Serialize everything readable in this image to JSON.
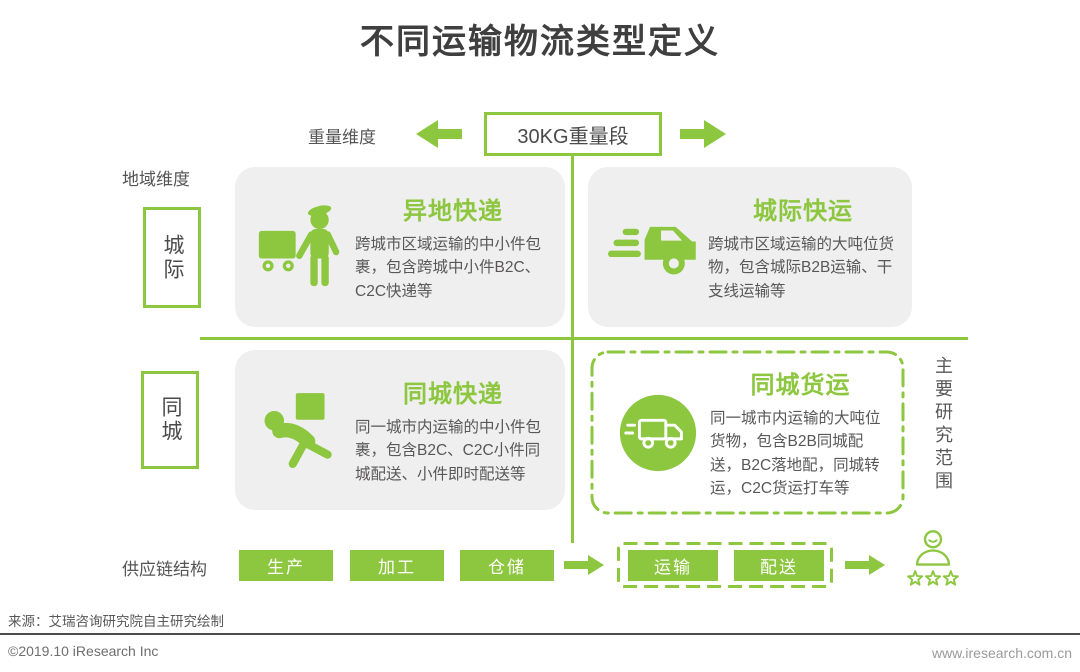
{
  "title": "不同运输物流类型定义",
  "colors": {
    "green": "#8dc63f",
    "title_text": "#3f3f3f",
    "body_text": "#595757",
    "card_bg": "#efefef"
  },
  "weight_axis": {
    "label": "重量维度",
    "segment_box": "30KG重量段",
    "left_arrow_icon": "arrow-left-icon",
    "right_arrow_icon": "arrow-right-icon"
  },
  "region_axis": {
    "label": "地域维度",
    "rows": [
      {
        "label": "城际"
      },
      {
        "label": "同城"
      }
    ]
  },
  "quadrants": [
    {
      "title": "异地快递",
      "desc": "跨城市区域运输的中小件包裹，包含跨城中小件B2C、C2C快递等",
      "icon": "courier-with-cart-icon",
      "highlighted": false
    },
    {
      "title": "城际快运",
      "desc": "跨城市区域运输的大吨位货物，包含城际B2B运输、干支线运输等",
      "icon": "speeding-truck-icon",
      "highlighted": false
    },
    {
      "title": "同城快递",
      "desc": "同一城市内运输的中小件包裹，包含B2C、C2C小件同城配送、小件即时配送等",
      "icon": "courier-carrying-box-icon",
      "highlighted": false
    },
    {
      "title": "同城货运",
      "desc": "同一城市内运输的大吨位货物，包含B2B同城配送，B2C落地配，同城转运，C2C货运打车等",
      "icon": "truck-in-circle-icon",
      "highlighted": true
    }
  ],
  "research_scope": {
    "label": "主要研究范围"
  },
  "supply_chain": {
    "label": "供应链结构",
    "stages": [
      "生产",
      "加工",
      "仓储"
    ],
    "highlighted_stages": [
      "运输",
      "配送"
    ],
    "customer_icon": "customer-rating-icon"
  },
  "footer": {
    "source": "来源：艾瑞咨询研究院自主研究绘制",
    "copyright": "©2019.10 iResearch Inc",
    "website": "www.iresearch.com.cn"
  }
}
